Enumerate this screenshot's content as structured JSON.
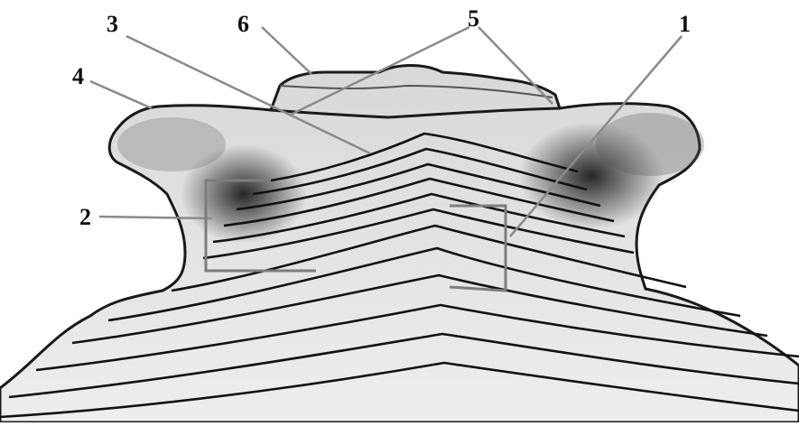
{
  "labels": {
    "l1": "1",
    "l2": "2",
    "l3": "3",
    "l4": "4",
    "l5": "5",
    "l6": "6"
  },
  "colors": {
    "background": "#ffffff",
    "outline": "#1a1a1a",
    "shading": "#3a3a3a",
    "leader": "#8a8a8a",
    "bracket": "#7d7d7d"
  }
}
